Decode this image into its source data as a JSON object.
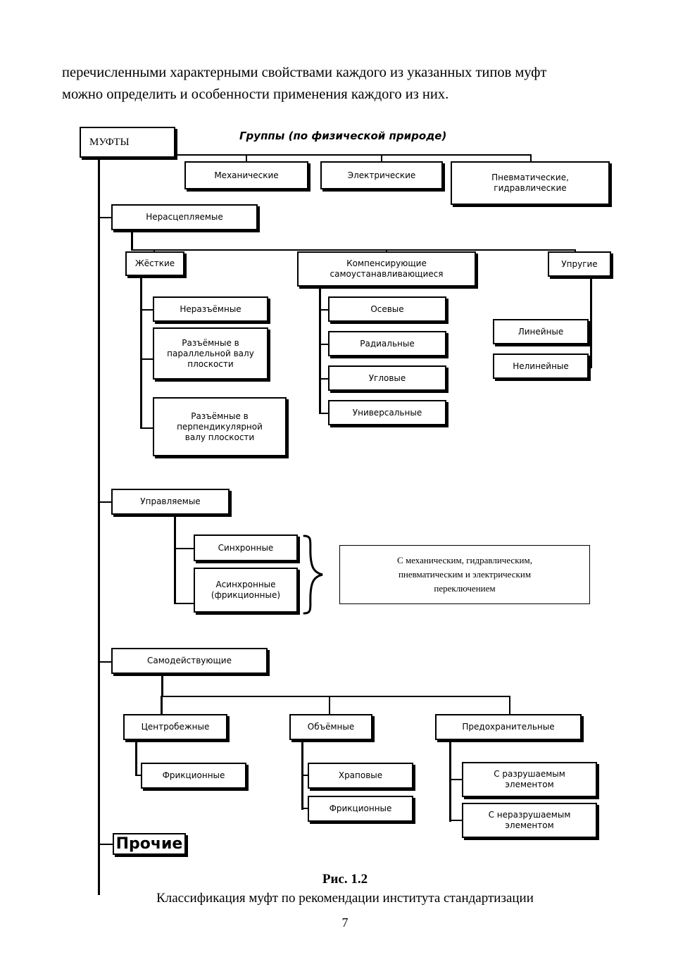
{
  "document": {
    "paragraph_line_1": "перечисленными характерными свойствами каждого из указанных типов муфт",
    "paragraph_line_2": "можно определить и особенности применения каждого из них.",
    "figure_number": "Рис. 1.2",
    "figure_caption": "Классификация муфт по рекомендации института стандартизации",
    "page_number": "7"
  },
  "diagram": {
    "root": "МУФТЫ",
    "groups_title": "Группы (по физической природе)",
    "groups": [
      "Механические",
      "Электрические",
      "Пневматические,\nгидравлические"
    ],
    "branch_1": {
      "label": "Нерасцепляемые",
      "children": [
        {
          "label": "Жёсткие",
          "children": [
            "Неразъёмные",
            "Разъёмные в\nпараллельной валу\nплоскости",
            "Разъёмные в\nперпендикулярной\nвалу плоскости"
          ]
        },
        {
          "label": "Компенсирующие\nсамоустанавливающиеся",
          "children": [
            "Осевые",
            "Радиальные",
            "Угловые",
            "Универсальные"
          ]
        },
        {
          "label": "Упругие",
          "children": [
            "Линейные",
            "Нелинейные"
          ]
        }
      ]
    },
    "branch_2": {
      "label": "Управляемые",
      "children": [
        "Синхронные",
        "Асинхронные\n(фрикционные)"
      ],
      "note": "С механическим, гидравлическим,\nпневматическим и электрическим\nпереключением"
    },
    "branch_3": {
      "label": "Самодействующие",
      "children": [
        {
          "label": "Центробежные",
          "children": [
            "Фрикционные"
          ]
        },
        {
          "label": "Объёмные",
          "children": [
            "Храповые",
            "Фрикционные"
          ]
        },
        {
          "label": "Предохранительные",
          "children": [
            "С разрушаемым\nэлементом",
            "С неразрушаемым\nэлементом"
          ]
        }
      ]
    },
    "branch_4": {
      "label": "Прочие"
    }
  },
  "colors": {
    "ink": "#000000",
    "paper": "#ffffff"
  }
}
